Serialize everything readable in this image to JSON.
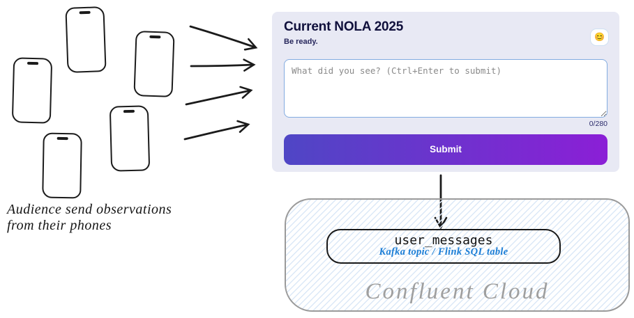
{
  "sketch": {
    "caption_line1": "Audience send observations",
    "caption_line2": "from their phones",
    "phone_count": 5,
    "arrow_count": 4
  },
  "form": {
    "title": "Current NOLA 2025",
    "subtitle": "Be ready.",
    "emoji_button_glyph": "😊",
    "textarea_value": "",
    "textarea_placeholder": "What did you see? (Ctrl+Enter to submit)",
    "char_counter": "0/280",
    "submit_label": "Submit"
  },
  "pipeline": {
    "topic_name": "user_messages",
    "topic_subtitle": "Kafka topic / Flink SQL table",
    "container_label": "Confluent Cloud"
  },
  "colors": {
    "card_bg": "#e8e9f4",
    "submit_gradient_start": "#4f46c5",
    "submit_gradient_end": "#8b1fd6",
    "textarea_border": "#82abe0",
    "link_blue": "#1c7ed6",
    "cloud_border_gray": "#9a9a9a",
    "hatch_blue": "#dbe8f7",
    "ink_black": "#1b1b1b"
  }
}
